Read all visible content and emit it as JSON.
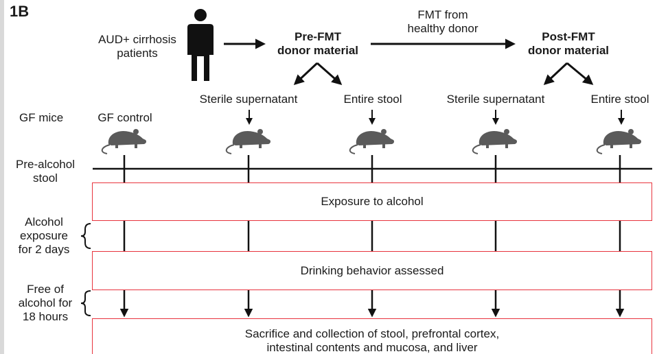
{
  "panel_label": "1B",
  "patients_label": [
    "AUD+ cirrhosis",
    "patients"
  ],
  "pre_fmt_label": [
    "Pre-FMT",
    "donor material"
  ],
  "fmt_label": [
    "FMT from",
    "healthy donor"
  ],
  "post_fmt_label": [
    "Post-FMT",
    "donor material"
  ],
  "fractions": {
    "pre_supernatant": "Sterile supernatant",
    "pre_stool": "Entire stool",
    "post_supernatant": "Sterile supernatant",
    "post_stool": "Entire stool"
  },
  "gf_mice_label": "GF mice",
  "gf_control_label": "GF control",
  "pre_alcohol_label": [
    "Pre-alcohol",
    "stool"
  ],
  "alcohol_exposure_label": [
    "Alcohol",
    "exposure",
    "for 2 days"
  ],
  "free_of_alcohol_label": [
    "Free of",
    "alcohol for",
    "18 hours"
  ],
  "boxes": {
    "exposure": "Exposure to alcohol",
    "drinking": "Drinking behavior assessed",
    "sacrifice": [
      "Sacrifice and collection of stool, prefrontal cortex,",
      "intestinal contents and mucosa, and liver"
    ]
  },
  "colors": {
    "box_border": "#e8323c",
    "mouse": "#5a5a5a",
    "line": "#111111"
  }
}
